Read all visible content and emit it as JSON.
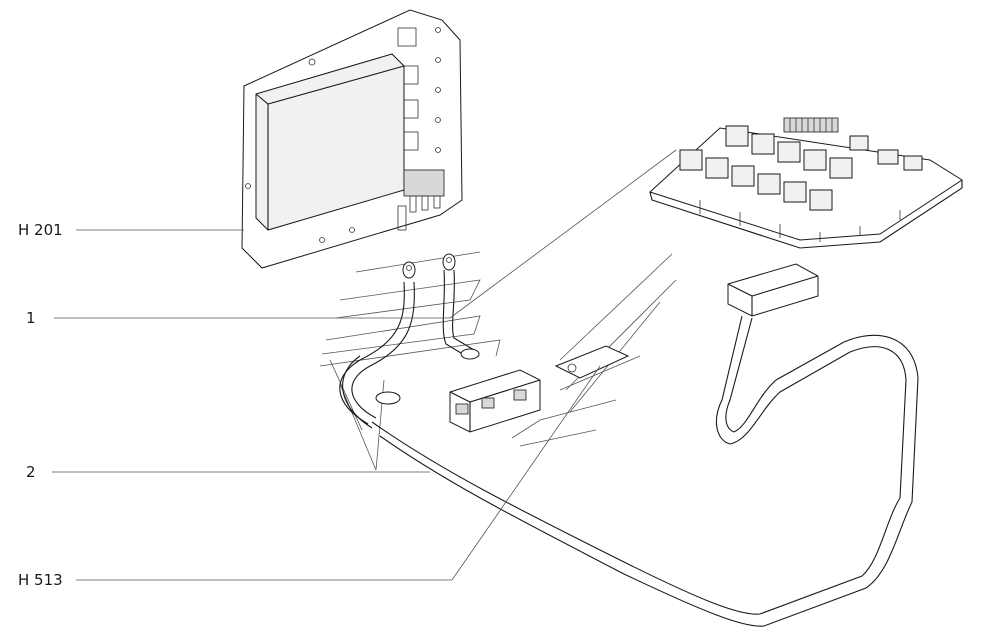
{
  "callouts": {
    "h201": "H 201",
    "item1": "1",
    "item2": "2",
    "h513": "H 513"
  }
}
